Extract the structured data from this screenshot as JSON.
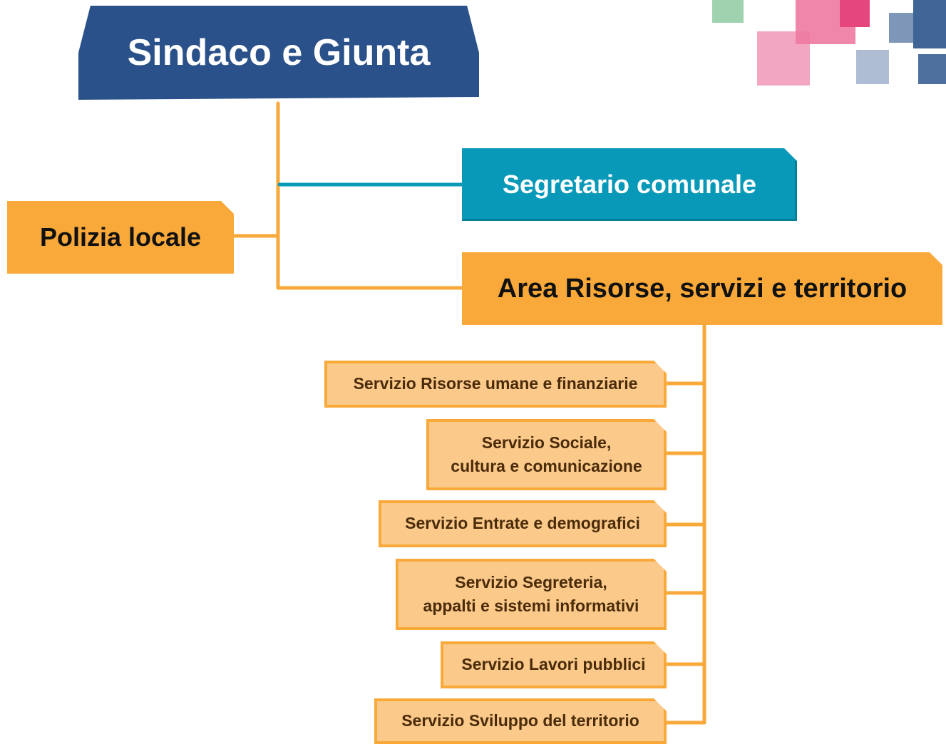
{
  "diagram": {
    "root": {
      "label": "Sindaco e Giunta",
      "color": "#2a5189"
    },
    "staff": [
      {
        "label": "Segretario comunale",
        "color": "#0899b8"
      },
      {
        "label": "Polizia locale",
        "color": "#f9a93a"
      }
    ],
    "area": {
      "label": "Area Risorse, servizi e territorio",
      "color": "#f9a93a"
    },
    "services": [
      {
        "line1": "Servizio Risorse umane e finanziarie",
        "line2": ""
      },
      {
        "line1": "Servizio Sociale,",
        "line2": "cultura e comunicazione"
      },
      {
        "line1": "Servizio Entrate e demografici",
        "line2": ""
      },
      {
        "line1": "Servizio Segreteria,",
        "line2": "appalti e sistemi informativi"
      },
      {
        "line1": "Servizio Lavori pubblici",
        "line2": ""
      },
      {
        "line1": "Servizio Sviluppo del territorio",
        "line2": ""
      }
    ],
    "service_fill": "#fbc98a",
    "connector_orange": "#f9a93a",
    "connector_teal": "#0899b8"
  }
}
